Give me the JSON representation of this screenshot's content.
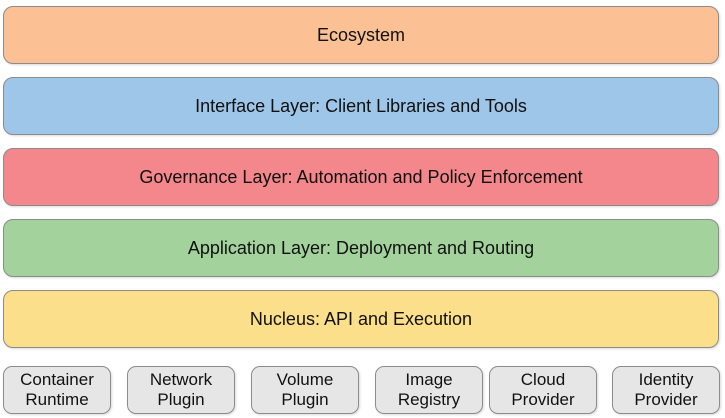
{
  "layers": [
    {
      "label": "Ecosystem",
      "color": "#fbc194"
    },
    {
      "label": "Interface Layer: Client Libraries and Tools",
      "color": "#9ec6e8"
    },
    {
      "label": "Governance Layer: Automation and Policy Enforcement",
      "color": "#f3878b"
    },
    {
      "label": "Application Layer: Deployment and Routing",
      "color": "#a3d29c"
    },
    {
      "label": "Nucleus: API and Execution",
      "color": "#fbdf8a"
    }
  ],
  "components": [
    {
      "line1": "Container",
      "line2": "Runtime"
    },
    {
      "line1": "Network",
      "line2": "Plugin"
    },
    {
      "line1": "Volume",
      "line2": "Plugin"
    },
    {
      "line1": "Image",
      "line2": "Registry"
    },
    {
      "line1": "Cloud",
      "line2": "Provider"
    },
    {
      "line1": "Identity",
      "line2": "Provider"
    }
  ],
  "colors": {
    "component_fill": "#e6e6e6",
    "border": "#8c8c8c"
  }
}
